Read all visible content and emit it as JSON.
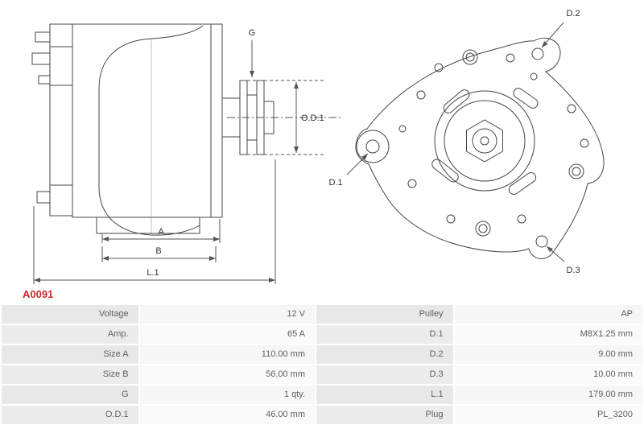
{
  "part_number": "A0091",
  "accent_color": "#cc2a2a",
  "labels": {
    "A": "A",
    "B": "B",
    "L1": "L.1",
    "G": "G",
    "OD1": "O.D.1",
    "D1": "D.1",
    "D2": "D.2",
    "D3": "D.3"
  },
  "table": {
    "rows": [
      {
        "l1": "Voltage",
        "v1": "12 V",
        "l2": "Pulley",
        "v2": "AP"
      },
      {
        "l1": "Amp.",
        "v1": "65 A",
        "l2": "D.1",
        "v2": "M8X1.25 mm"
      },
      {
        "l1": "Size A",
        "v1": "110.00 mm",
        "l2": "D.2",
        "v2": "9.00 mm"
      },
      {
        "l1": "Size B",
        "v1": "56.00 mm",
        "l2": "D.3",
        "v2": "10.00 mm"
      },
      {
        "l1": "G",
        "v1": "1 qty.",
        "l2": "L.1",
        "v2": "179.00 mm"
      },
      {
        "l1": "O.D.1",
        "v1": "46.00 mm",
        "l2": "Plug",
        "v2": "PL_3200"
      }
    ]
  }
}
